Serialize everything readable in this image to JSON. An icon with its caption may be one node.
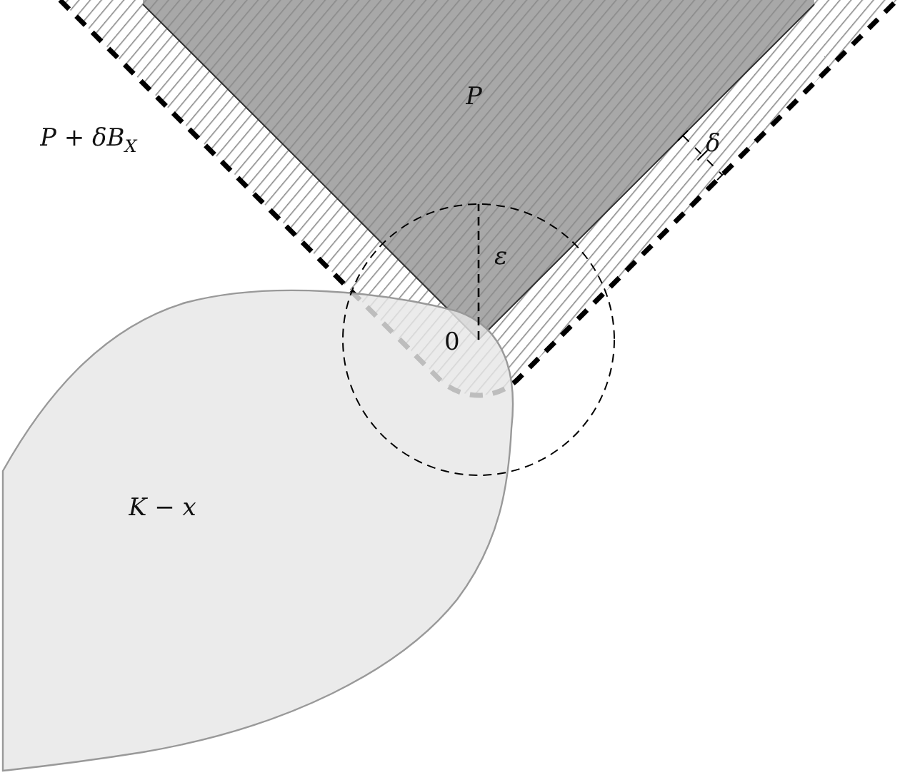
{
  "diagram": {
    "nodes": [
      {
        "text": [
          "P"
        ],
        "in": 1
      },
      {
        "text": [
          "P + δB$_{X}$"
        ]
      },
      {
        "text": [
          "K − x"
        ]
      }
    ],
    "labels": [
      "0",
      "ε",
      "δ"
    ]
  }
}
